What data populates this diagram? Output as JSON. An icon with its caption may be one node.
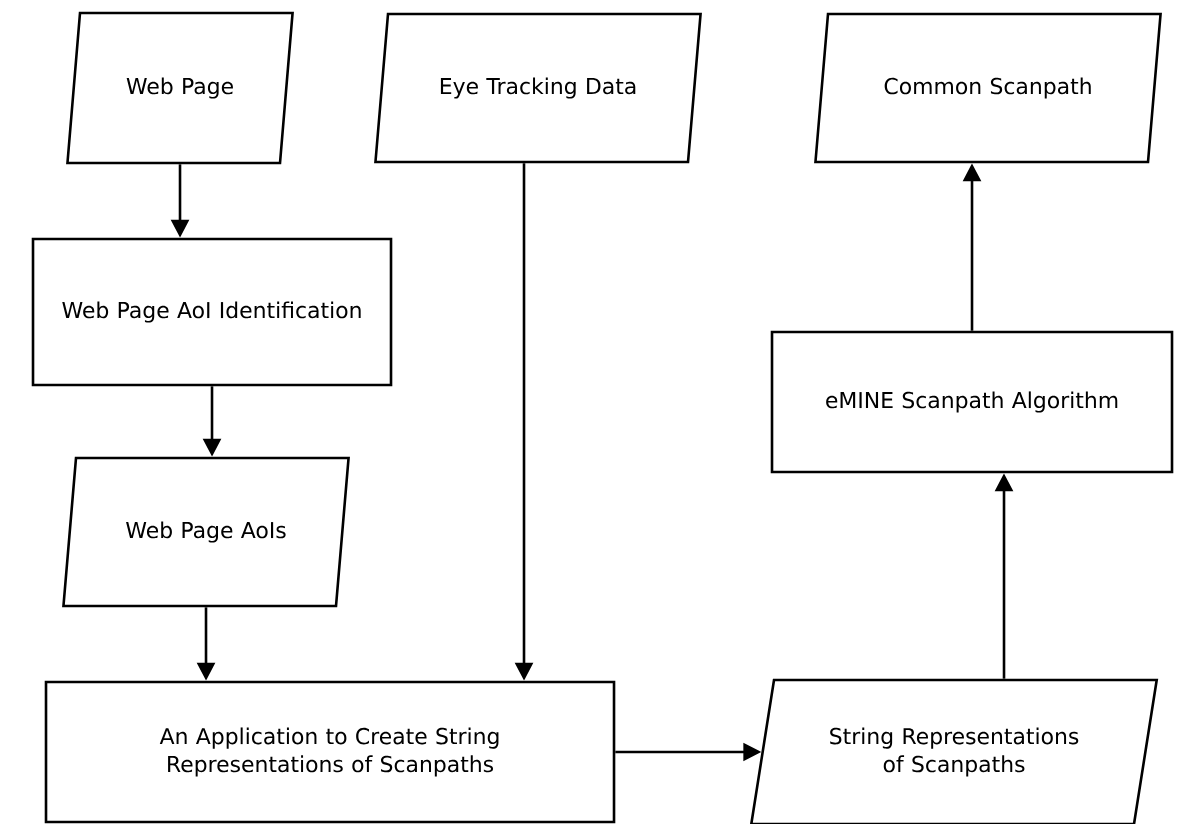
{
  "diagram": {
    "nodes": [
      {
        "text": [
          "Web Page"
        ]
      },
      {
        "text": [
          "Web Page AoI Identification"
        ]
      },
      {
        "text": [
          "Web Page AoIs"
        ]
      },
      {
        "text": [
          "Eye Tracking Data"
        ]
      },
      {
        "text": [
          "An Application to Create String Representations of Scanpaths"
        ]
      },
      {
        "text": [
          "String Representations of Scanpaths"
        ]
      },
      {
        "text": [
          "eMINE Scanpath Algorithm"
        ]
      },
      {
        "text": [
          "Common Scanpath"
        ]
      }
    ],
    "edges": [
      {
        "from": 0,
        "to": 1,
        "arrow": "to"
      },
      {
        "from": 1,
        "to": 2,
        "arrow": "to"
      },
      {
        "from": 2,
        "to": 4,
        "arrow": "to"
      },
      {
        "from": 3,
        "to": 4,
        "arrow": "to"
      },
      {
        "from": 4,
        "to": 5,
        "arrow": "to"
      },
      {
        "from": 5,
        "to": 6,
        "arrow": "to"
      },
      {
        "from": 6,
        "to": 7,
        "arrow": "to"
      }
    ]
  }
}
